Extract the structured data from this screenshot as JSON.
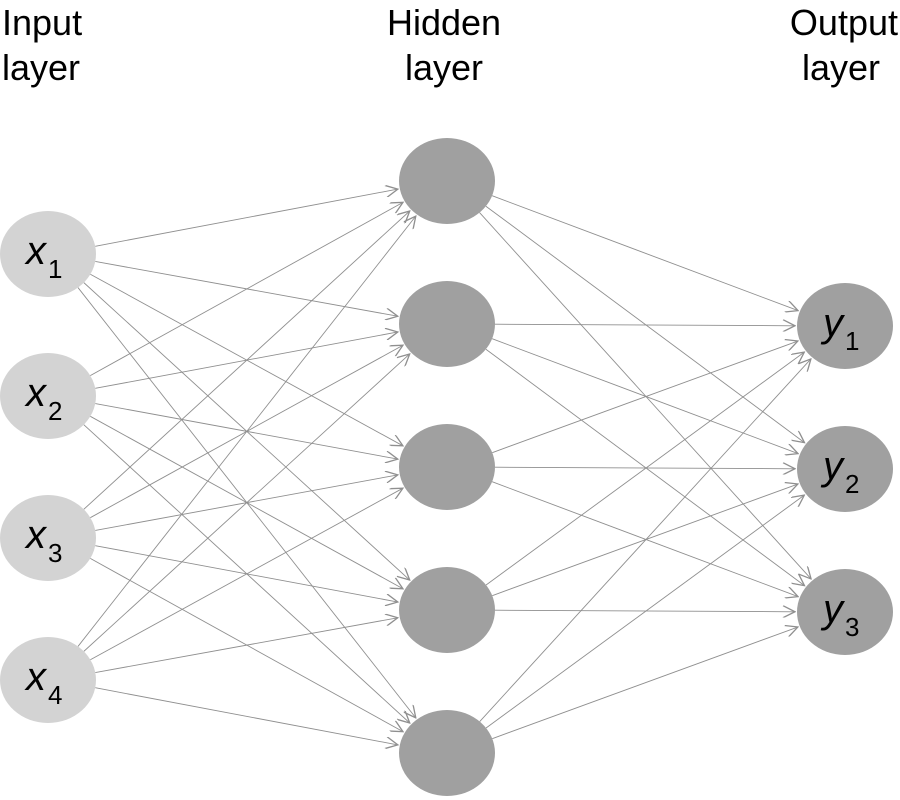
{
  "titles": {
    "input_line1": "Input",
    "input_line2": "layer",
    "hidden_line1": "Hidden",
    "hidden_line2": "layer",
    "output_line1": "Output",
    "output_line2": "layer"
  },
  "colors": {
    "input_node": "#d3d3d3",
    "hidden_node": "#a0a0a0",
    "output_node": "#a0a0a0",
    "edge": "#8f8f8f",
    "text": "#000000"
  },
  "layers": {
    "input": [
      {
        "var": "x",
        "sub": "1"
      },
      {
        "var": "x",
        "sub": "2"
      },
      {
        "var": "x",
        "sub": "3"
      },
      {
        "var": "x",
        "sub": "4"
      }
    ],
    "hidden_count": 5,
    "output": [
      {
        "var": "y",
        "sub": "1"
      },
      {
        "var": "y",
        "sub": "2"
      },
      {
        "var": "y",
        "sub": "3"
      }
    ]
  },
  "connectivity": "fully-connected"
}
